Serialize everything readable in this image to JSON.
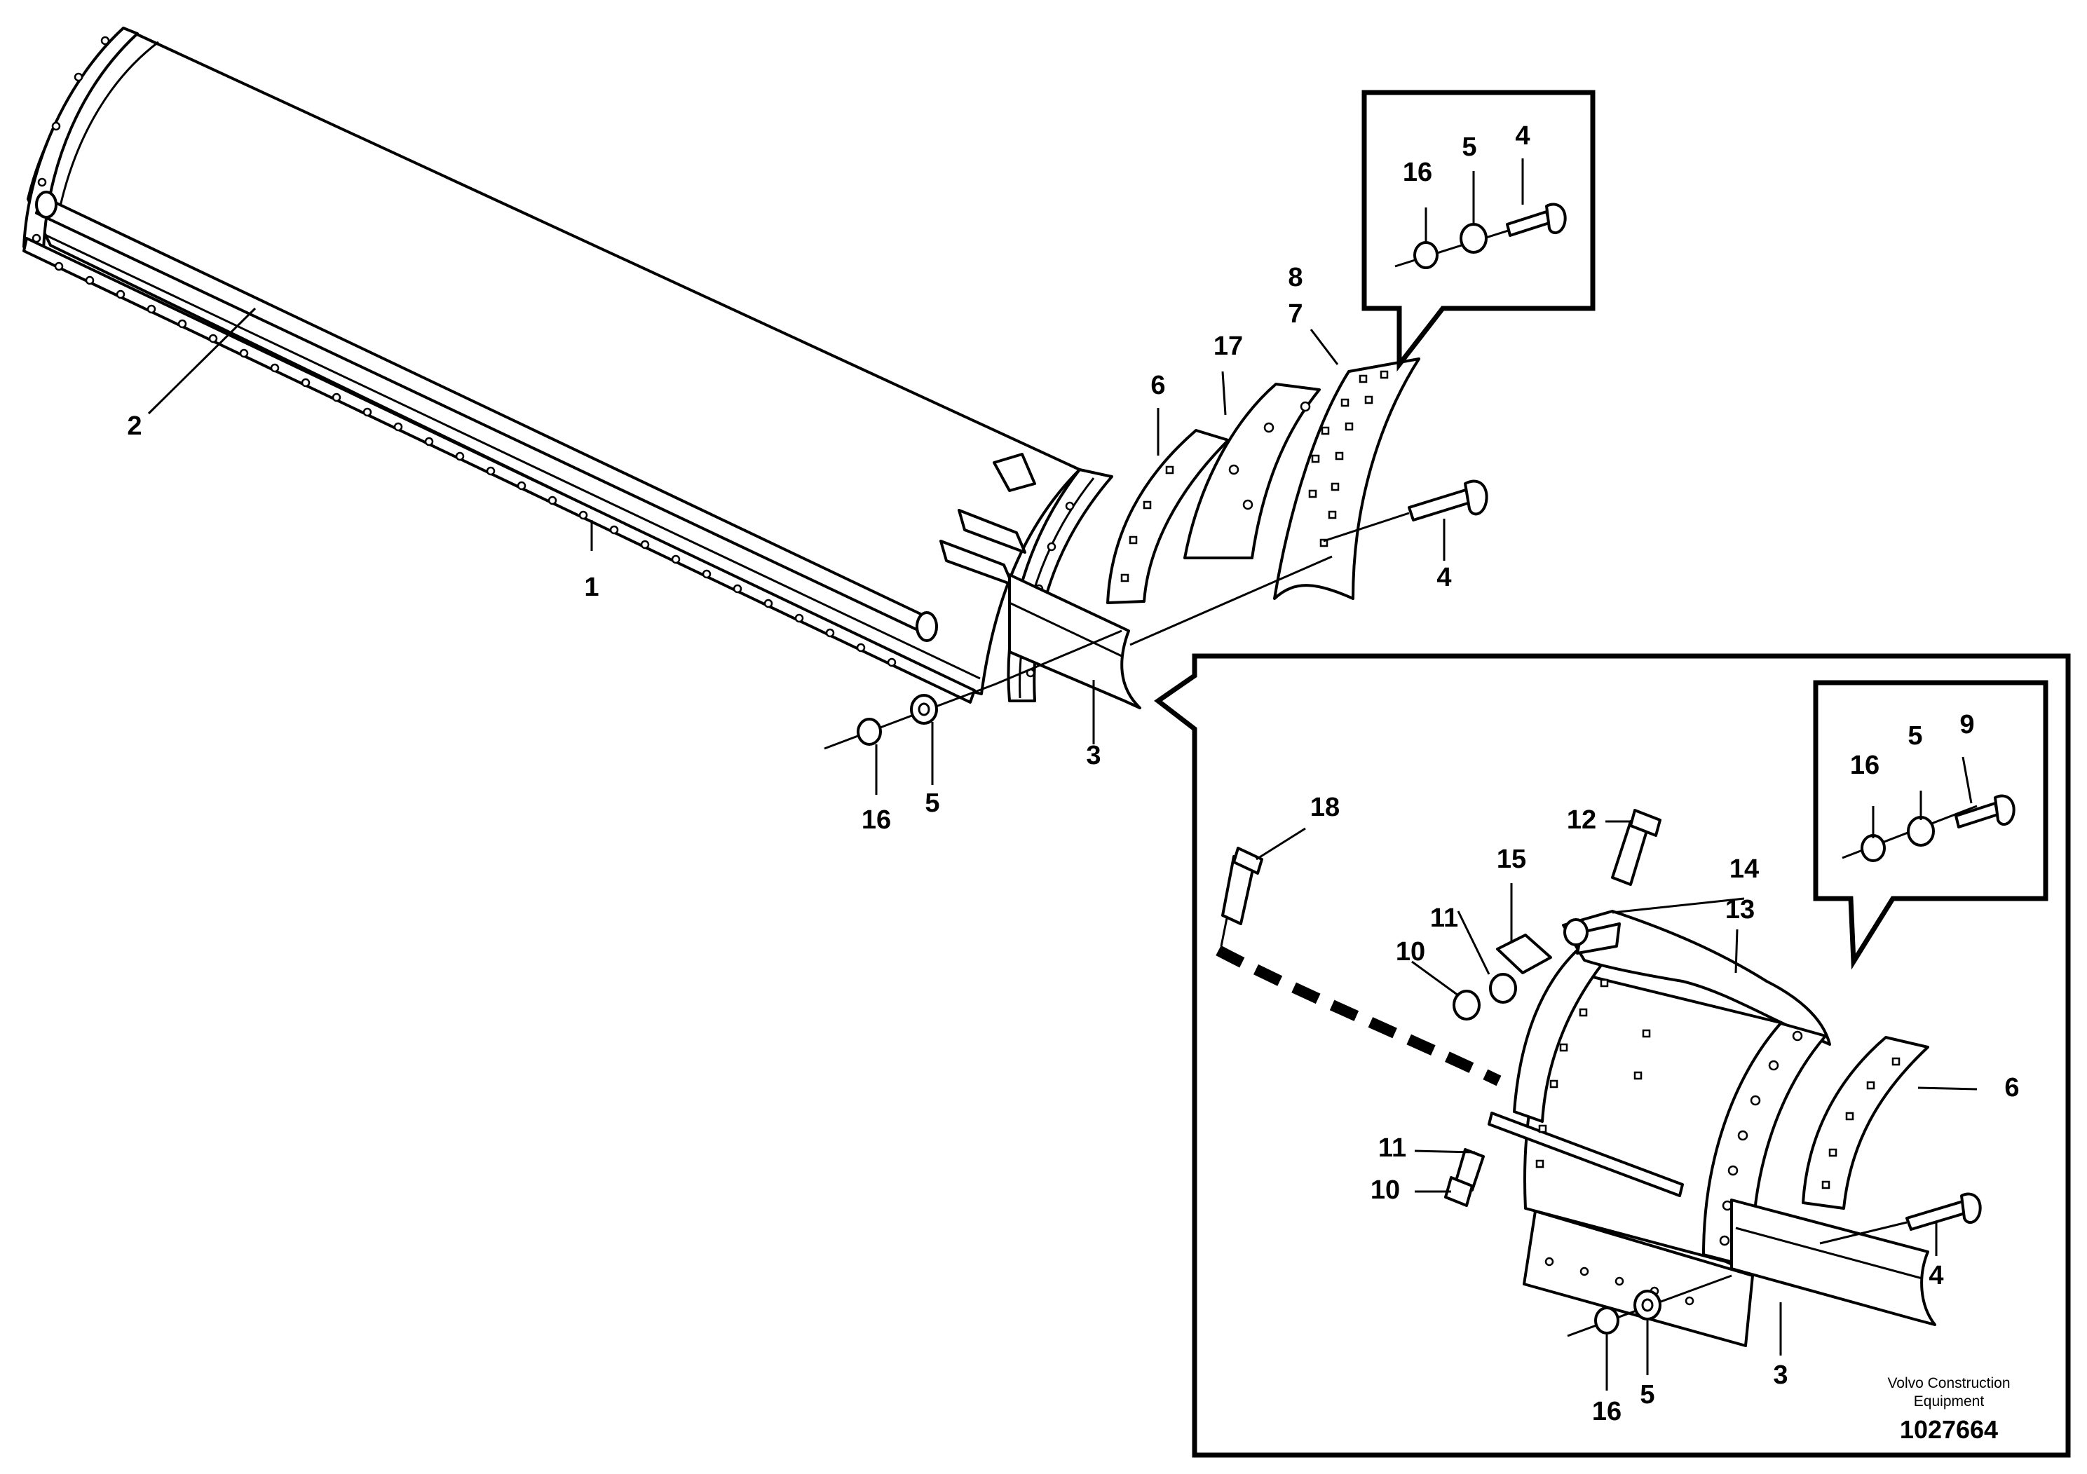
{
  "diagram": {
    "callouts": [
      {
        "id": "c-1",
        "text": "1"
      },
      {
        "id": "c-2",
        "text": "2"
      },
      {
        "id": "c-3a",
        "text": "3"
      },
      {
        "id": "c-4a",
        "text": "4"
      },
      {
        "id": "c-5a",
        "text": "5"
      },
      {
        "id": "c-16a",
        "text": "16"
      },
      {
        "id": "c-6a",
        "text": "6"
      },
      {
        "id": "c-17",
        "text": "17"
      },
      {
        "id": "c-7",
        "text": "7"
      },
      {
        "id": "c-8",
        "text": "8"
      },
      {
        "id": "c-16b",
        "text": "16"
      },
      {
        "id": "c-5b",
        "text": "5"
      },
      {
        "id": "c-4b",
        "text": "4"
      },
      {
        "id": "c-18",
        "text": "18"
      },
      {
        "id": "c-12",
        "text": "12"
      },
      {
        "id": "c-15",
        "text": "15"
      },
      {
        "id": "c-14",
        "text": "14"
      },
      {
        "id": "c-13",
        "text": "13"
      },
      {
        "id": "c-11a",
        "text": "11"
      },
      {
        "id": "c-10a",
        "text": "10"
      },
      {
        "id": "c-11b",
        "text": "11"
      },
      {
        "id": "c-10b",
        "text": "10"
      },
      {
        "id": "c-6b",
        "text": "6"
      },
      {
        "id": "c-4c",
        "text": "4"
      },
      {
        "id": "c-3b",
        "text": "3"
      },
      {
        "id": "c-5c",
        "text": "5"
      },
      {
        "id": "c-16c",
        "text": "16"
      },
      {
        "id": "c-16d",
        "text": "16"
      },
      {
        "id": "c-5d",
        "text": "5"
      },
      {
        "id": "c-9",
        "text": "9"
      }
    ],
    "brand_line1": "Volvo Construction",
    "brand_line2": "Equipment",
    "drawing_number": "1027664"
  }
}
